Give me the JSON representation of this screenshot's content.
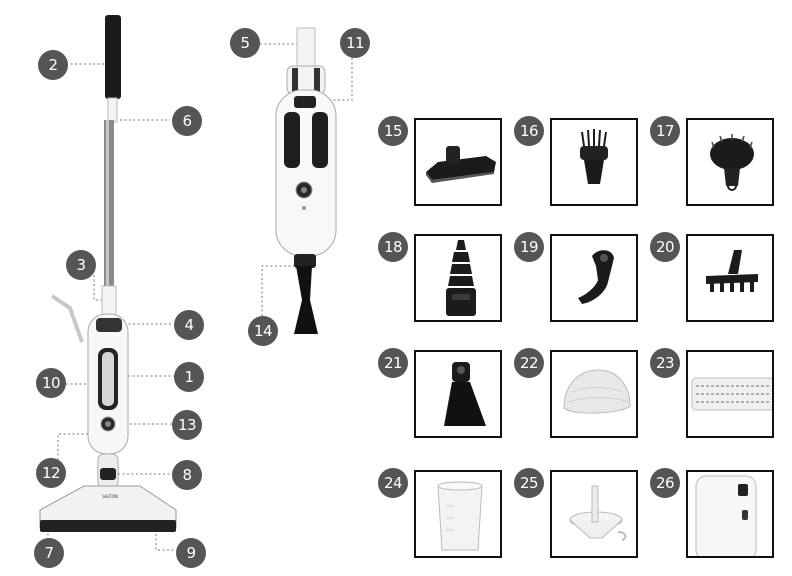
{
  "callouts": {
    "c1": "1",
    "c2": "2",
    "c3": "3",
    "c4": "4",
    "c5": "5",
    "c6": "6",
    "c7": "7",
    "c8": "8",
    "c9": "9",
    "c10": "10",
    "c11": "11",
    "c12": "12",
    "c13": "13",
    "c14": "14"
  },
  "accessories": [
    {
      "num": "15",
      "icon": "floor-head-icon"
    },
    {
      "num": "16",
      "icon": "small-brush-icon"
    },
    {
      "num": "17",
      "icon": "round-brush-icon"
    },
    {
      "num": "18",
      "icon": "flexible-nozzle-icon"
    },
    {
      "num": "19",
      "icon": "angled-nozzle-icon"
    },
    {
      "num": "20",
      "icon": "window-scraper-icon"
    },
    {
      "num": "21",
      "icon": "flat-scraper-icon"
    },
    {
      "num": "22",
      "icon": "bonnet-cover-icon"
    },
    {
      "num": "23",
      "icon": "microfiber-pad-icon"
    },
    {
      "num": "24",
      "icon": "measuring-cup-icon"
    },
    {
      "num": "25",
      "icon": "funnel-icon"
    },
    {
      "num": "26",
      "icon": "handheld-body-icon"
    }
  ],
  "product": {
    "brand_mark": "SALTON"
  }
}
